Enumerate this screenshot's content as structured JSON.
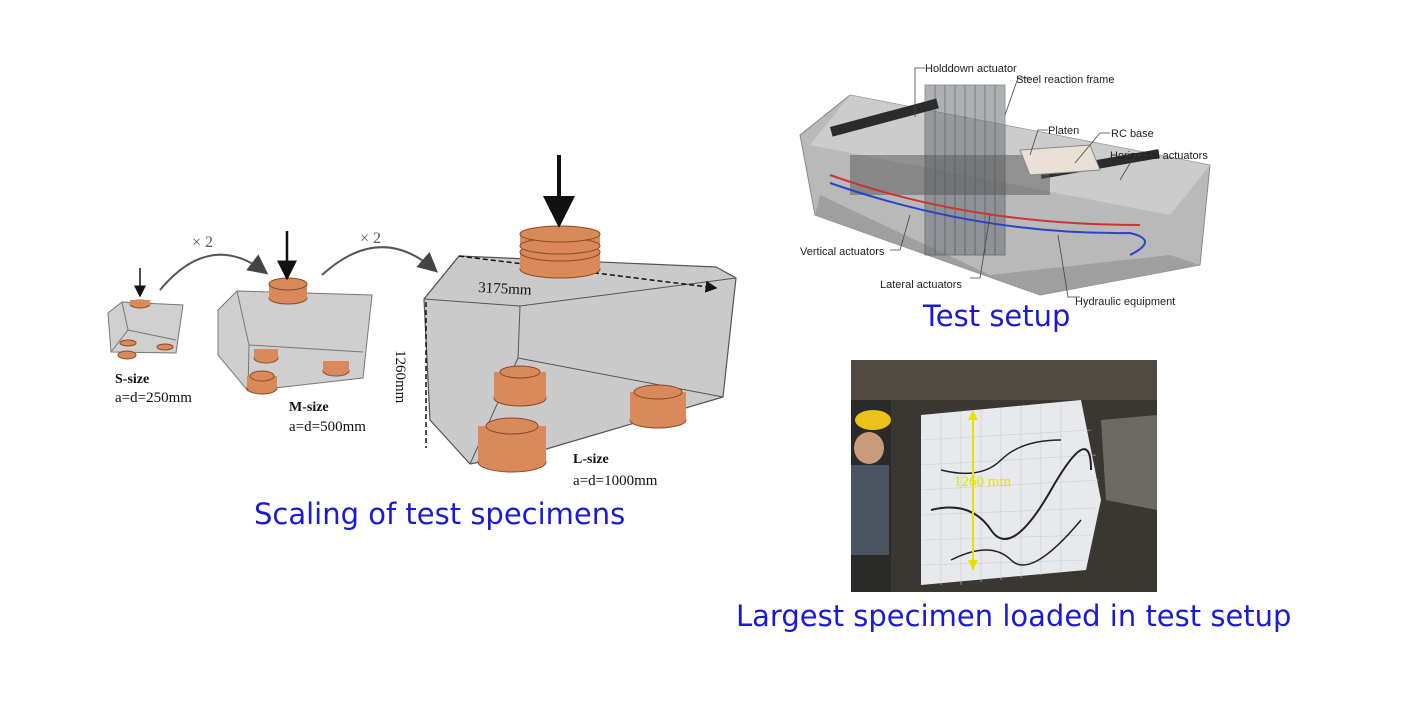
{
  "scaling": {
    "factor_1": "× 2",
    "factor_2": "× 2",
    "s_name": "S-size",
    "s_dim": "a=d=250mm",
    "m_name": "M-size",
    "m_dim": "a=d=500mm",
    "l_name": "L-size",
    "l_dim": "a=d=1000mm",
    "width_dim": "3175mm",
    "height_dim": "1260mm",
    "caption": "Scaling of test specimens"
  },
  "setup": {
    "labels": {
      "holddown": "Holddown actuator",
      "frame": "Steel reaction frame",
      "platen": "Platen",
      "rc_base": "RC base",
      "horizontal": "Horizontal actuators",
      "vertical": "Vertical actuators",
      "lateral": "Lateral actuators",
      "hydraulic": "Hydraulic equipment"
    },
    "caption": "Test setup"
  },
  "photo": {
    "height_label": "1260 mm",
    "caption": "Largest specimen loaded in test setup"
  },
  "colors": {
    "caption": "#1a1ad6",
    "pad": "#d9895a",
    "block": "#c8c8c8",
    "photo_label": "#e8e000"
  }
}
